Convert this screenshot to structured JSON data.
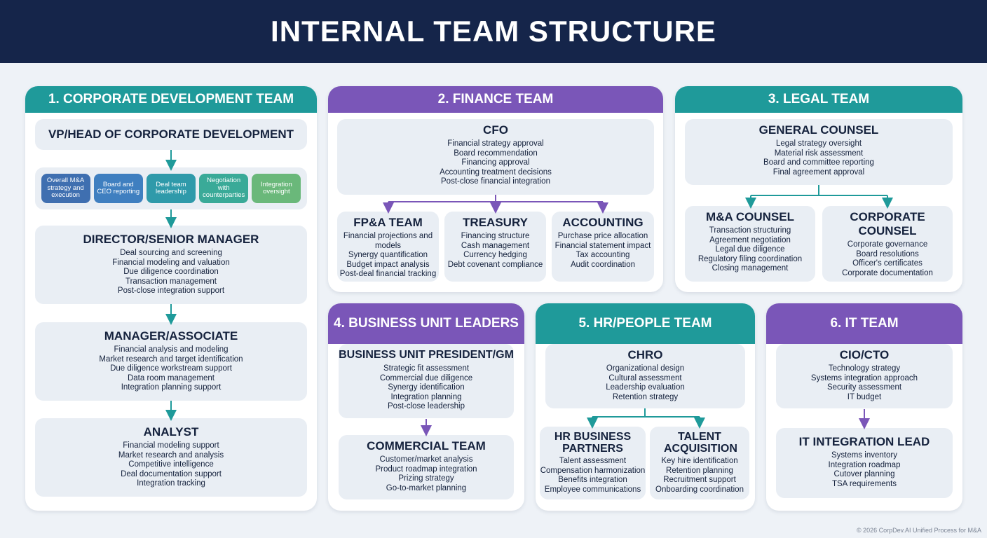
{
  "page_title": "INTERNAL TEAM STRUCTURE",
  "colors": {
    "header": "#15254a",
    "teal": "#1f9a9a",
    "purple": "#7a56b8",
    "box": "#e9eef4"
  },
  "corp_dev": {
    "header": "1. CORPORATE DEVELOPMENT TEAM",
    "vp": {
      "title": "VP/HEAD OF CORPORATE DEVELOPMENT"
    },
    "chips": [
      "Overall M&A strategy and execution",
      "Board and CEO reporting",
      "Deal team leadership",
      "Negotiation with counterparties",
      "Integration oversight"
    ],
    "director": {
      "title": "DIRECTOR/SENIOR MANAGER",
      "items": [
        "Deal sourcing and screening",
        "Financial modeling and valuation",
        "Due diligence coordination",
        "Transaction management",
        "Post-close integration support"
      ]
    },
    "manager": {
      "title": "MANAGER/ASSOCIATE",
      "items": [
        "Financial analysis and modeling",
        "Market research and target identification",
        "Due diligence workstream support",
        "Data room management",
        "Integration planning support"
      ]
    },
    "analyst": {
      "title": "ANALYST",
      "items": [
        "Financial modeling support",
        "Market research and analysis",
        "Competitive intelligence",
        "Deal documentation support",
        "Integration tracking"
      ]
    }
  },
  "finance": {
    "header": "2. FINANCE TEAM",
    "cfo": {
      "title": "CFO",
      "items": [
        "Financial strategy approval",
        "Board recommendation",
        "Financing approval",
        "Accounting treatment decisions",
        "Post-close financial integration"
      ]
    },
    "fpa": {
      "title": "FP&A TEAM",
      "items": [
        "Financial projections and models",
        "Synergy quantification",
        "Budget impact analysis",
        "Post-deal financial tracking"
      ]
    },
    "treasury": {
      "title": "TREASURY",
      "items": [
        "Financing structure",
        "Cash management",
        "Currency hedging",
        "Debt covenant compliance"
      ]
    },
    "accounting": {
      "title": "ACCOUNTING",
      "items": [
        "Purchase price allocation",
        "Financial statement impact",
        "Tax accounting",
        "Audit coordination"
      ]
    }
  },
  "legal": {
    "header": "3. LEGAL TEAM",
    "gc": {
      "title": "GENERAL COUNSEL",
      "items": [
        "Legal strategy oversight",
        "Material risk assessment",
        "Board and committee reporting",
        "Final agreement approval"
      ]
    },
    "ma": {
      "title": "M&A COUNSEL",
      "items": [
        "Transaction structuring",
        "Agreement negotiation",
        "Legal due diligence",
        "Regulatory filing coordination",
        "Closing management"
      ]
    },
    "corp": {
      "title": "CORPORATE COUNSEL",
      "items": [
        "Corporate governance",
        "Board resolutions",
        "Officer's certificates",
        "Corporate documentation"
      ]
    }
  },
  "bu": {
    "header": "4. BUSINESS UNIT LEADERS",
    "president": {
      "title": "BUSINESS UNIT PRESIDENT/GM",
      "items": [
        "Strategic fit assessment",
        "Commercial due diligence",
        "Synergy identification",
        "Integration planning",
        "Post-close leadership"
      ]
    },
    "commercial": {
      "title": "COMMERCIAL TEAM",
      "items": [
        "Customer/market analysis",
        "Product roadmap integration",
        "Prizing strategy",
        "Go-to-market planning"
      ]
    }
  },
  "hr": {
    "header": "5. HR/PEOPLE TEAM",
    "chro": {
      "title": "CHRO",
      "items": [
        "Organizational design",
        "Cultural assessment",
        "Leadership evaluation",
        "Retention strategy"
      ]
    },
    "hrbp": {
      "title": "HR BUSINESS PARTNERS",
      "items": [
        "Talent assessment",
        "Compensation harmonization",
        "Benefits integration",
        "Employee communications"
      ]
    },
    "ta": {
      "title": "TALENT ACQUISITION",
      "items": [
        "Key hire identification",
        "Retention planning",
        "Recruitment support",
        "Onboarding coordination"
      ]
    }
  },
  "it": {
    "header": "6. IT TEAM",
    "cio": {
      "title": "CIO/CTO",
      "items": [
        "Technology strategy",
        "Systems integration approach",
        "Security assessment",
        "IT budget"
      ]
    },
    "lead": {
      "title": "IT INTEGRATION LEAD",
      "items": [
        "Systems inventory",
        "Integration roadmap",
        "Cutover planning",
        "TSA requirements"
      ]
    }
  },
  "footer": "© 2026 CorpDev.AI Unified Process for M&A"
}
